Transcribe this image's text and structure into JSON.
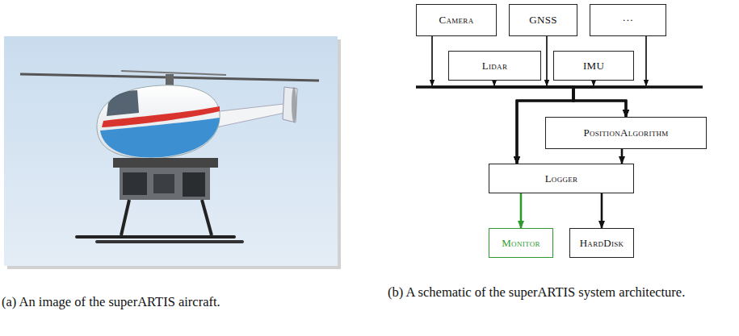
{
  "diagram": {
    "nodes": [
      {
        "text": [
          "Camera"
        ]
      },
      {
        "text": [
          "GNSS"
        ]
      },
      {
        "text": [
          "···"
        ]
      },
      {
        "text": [
          "Lidar"
        ]
      },
      {
        "text": [
          "IMU"
        ]
      },
      {
        "text": [
          "PositionAlgorithm"
        ]
      },
      {
        "text": [
          "Logger"
        ]
      },
      {
        "text": [
          "Monitor"
        ]
      },
      {
        "text": [
          "HardDisk"
        ]
      }
    ],
    "edges": [
      {
        "from": 0,
        "to": 6,
        "arrow": "to"
      },
      {
        "from": 0,
        "to": 5,
        "arrow": "to"
      },
      {
        "from": 1,
        "to": 6,
        "arrow": "to"
      },
      {
        "from": 1,
        "to": 5,
        "arrow": "to"
      },
      {
        "from": 2,
        "to": 6,
        "arrow": "to"
      },
      {
        "from": 2,
        "to": 5,
        "arrow": "to"
      },
      {
        "from": 3,
        "to": 6,
        "arrow": "to"
      },
      {
        "from": 3,
        "to": 5,
        "arrow": "to"
      },
      {
        "from": 4,
        "to": 6,
        "arrow": "to"
      },
      {
        "from": 4,
        "to": 5,
        "arrow": "to"
      },
      {
        "from": 5,
        "to": 6,
        "arrow": "to"
      },
      {
        "from": 6,
        "to": 7,
        "arrow": "to"
      },
      {
        "from": 6,
        "to": 8,
        "arrow": "to"
      }
    ],
    "labels": [
      "(a) An image of the superARTIS aircraft.",
      "(b) A schematic of the superARTIS system architecture."
    ]
  }
}
